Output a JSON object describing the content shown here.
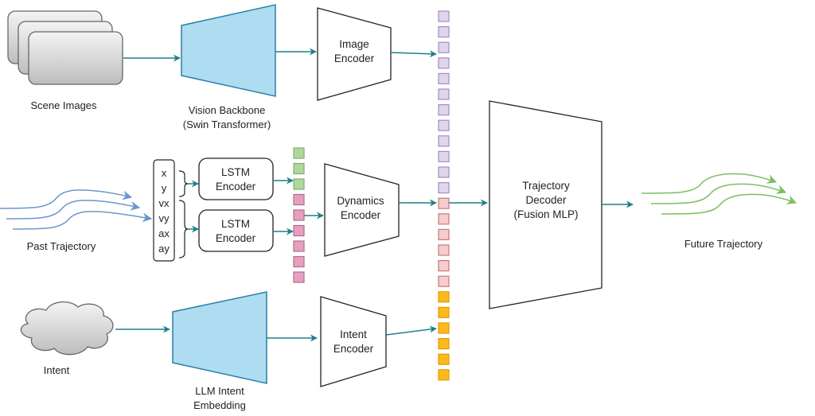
{
  "title": "Multimodal Trajectory Prediction Architecture",
  "colors": {
    "arrow": "#1f7f8a",
    "backbone_fill": "#aedcf0",
    "backbone_stroke": "#2a7fa6",
    "past_traj": "#6b97cc",
    "future_traj": "#7cbf63",
    "token_image": "#e1d5ec",
    "token_image_stroke": "#a78bbf",
    "token_green": "#aed89b",
    "token_green_stroke": "#7fb06a",
    "token_magenta": "#e3a1bf",
    "token_magenta_stroke": "#b56a8e",
    "token_pink": "#f6cccc",
    "token_pink_stroke": "#c9787a",
    "token_orange": "#fdb81e",
    "token_orange_stroke": "#e39a0a"
  },
  "nodes": {
    "scene_images": {
      "label": "Scene Images"
    },
    "vision_backbone": {
      "line1": "Vision Backbone",
      "line2": "(Swin Transformer)"
    },
    "image_encoder": {
      "line1": "Image",
      "line2": "Encoder"
    },
    "past_trajectory": {
      "label": "Past Trajectory"
    },
    "state_vector": {
      "items": [
        "x",
        "y",
        "vx",
        "vy",
        "ax",
        "ay"
      ]
    },
    "lstm_encoder_1": {
      "line1": "LSTM",
      "line2": "Encoder"
    },
    "lstm_encoder_2": {
      "line1": "LSTM",
      "line2": "Encoder"
    },
    "dynamics_encoder": {
      "line1": "Dynamics",
      "line2": "Encoder"
    },
    "intent": {
      "label": "Intent"
    },
    "llm_intent_embedding": {
      "line1": "LLM Intent",
      "line2": "Embedding"
    },
    "intent_encoder": {
      "line1": "Intent",
      "line2": "Encoder"
    },
    "trajectory_decoder": {
      "line1": "Trajectory",
      "line2": "Decoder",
      "line3": "(Fusion MLP)"
    },
    "future_trajectory": {
      "label": "Future Trajectory"
    }
  },
  "token_columns": {
    "lstm_outputs": [
      {
        "group": "position",
        "count": 3,
        "color": "token_green"
      },
      {
        "group": "kinematics",
        "count": 6,
        "color": "token_magenta"
      }
    ],
    "fusion_tokens": [
      {
        "group": "image",
        "count": 12,
        "color": "token_image"
      },
      {
        "group": "dynamics",
        "count": 6,
        "color": "token_pink"
      },
      {
        "group": "intent",
        "count": 6,
        "color": "token_orange"
      }
    ]
  },
  "edges": [
    [
      "scene_images",
      "vision_backbone"
    ],
    [
      "vision_backbone",
      "image_encoder"
    ],
    [
      "image_encoder",
      "fusion_tokens"
    ],
    [
      "past_trajectory",
      "state_vector"
    ],
    [
      "state_vector.x_y",
      "lstm_encoder_1"
    ],
    [
      "state_vector.vx_ay",
      "lstm_encoder_2"
    ],
    [
      "lstm_encoder_1",
      "lstm_outputs"
    ],
    [
      "lstm_encoder_2",
      "lstm_outputs"
    ],
    [
      "lstm_outputs",
      "dynamics_encoder"
    ],
    [
      "dynamics_encoder",
      "fusion_tokens"
    ],
    [
      "intent",
      "llm_intent_embedding"
    ],
    [
      "llm_intent_embedding",
      "intent_encoder"
    ],
    [
      "intent_encoder",
      "fusion_tokens"
    ],
    [
      "fusion_tokens",
      "trajectory_decoder"
    ],
    [
      "trajectory_decoder",
      "future_trajectory"
    ]
  ]
}
